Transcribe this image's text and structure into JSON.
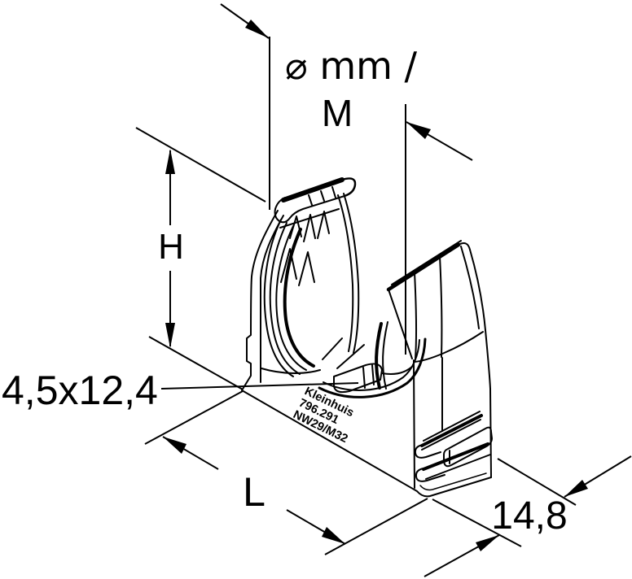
{
  "drawing": {
    "kind": "technical dimensional line drawing of a conduit pipe clamp",
    "background_color": "#ffffff",
    "line_color": "#000000"
  },
  "dimension_labels": {
    "diameter_line1": "⌀ mm /",
    "diameter_line2": "M",
    "height": "H",
    "slot_hole": "4,5x12,4",
    "length": "L",
    "depth": "14,8"
  },
  "product_marking": {
    "line1": "Kleinhuis",
    "line2": "796.291",
    "line3": "NW29/M32"
  }
}
